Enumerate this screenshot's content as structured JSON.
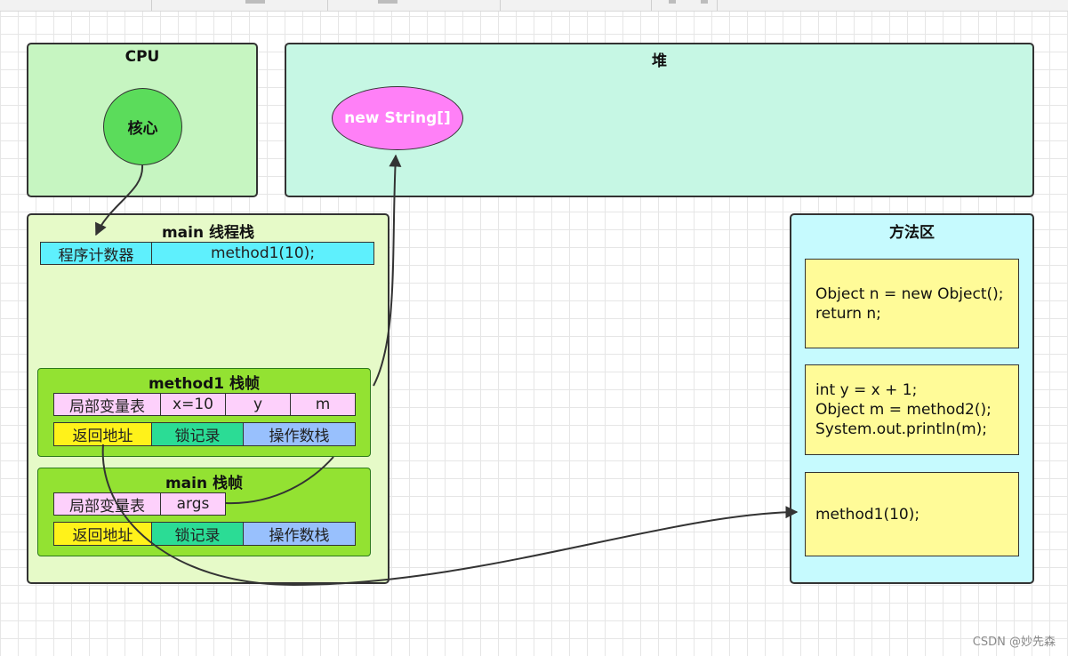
{
  "cpu": {
    "title": "CPU",
    "core_label": "核心"
  },
  "heap": {
    "title": "堆",
    "object_label": "new String[]"
  },
  "main_thread_stack": {
    "title": "main 线程栈",
    "program_counter": {
      "label": "程序计数器",
      "value": "method1(10);"
    },
    "frames": [
      {
        "title": "method1 栈帧",
        "locals_label": "局部变量表",
        "locals": [
          "x=10",
          "y",
          "m"
        ],
        "return_address": "返回地址",
        "lock_record": "锁记录",
        "operand_stack": "操作数栈"
      },
      {
        "title": "main 栈帧",
        "locals_label": "局部变量表",
        "locals": [
          "args"
        ],
        "return_address": "返回地址",
        "lock_record": "锁记录",
        "operand_stack": "操作数栈"
      }
    ]
  },
  "method_area": {
    "title": "方法区",
    "blocks": [
      {
        "lines": [
          "Object n = new Object();",
          "return n;"
        ]
      },
      {
        "lines": [
          "int y = x + 1;",
          "Object m = method2();",
          "System.out.println(m);"
        ]
      },
      {
        "lines": [
          "method1(10);"
        ]
      }
    ]
  },
  "watermark": "CSDN @妙先森",
  "colors": {
    "cpu_bg": "#c6f5c1",
    "core_bg": "#5bdc5b",
    "heap_bg": "#c6f7e4",
    "heap_object_bg": "#ff80f7",
    "stack_bg": "#e6fac8",
    "frame_bg": "#93e232",
    "pc_cell_bg": "#5ef0fd",
    "locals_bg": "#fdd0fb",
    "return_bg": "#fff21a",
    "lock_bg": "#2bdc95",
    "operand_bg": "#98c0fd",
    "method_area_bg": "#c6fafe",
    "code_bg": "#fffb98"
  }
}
